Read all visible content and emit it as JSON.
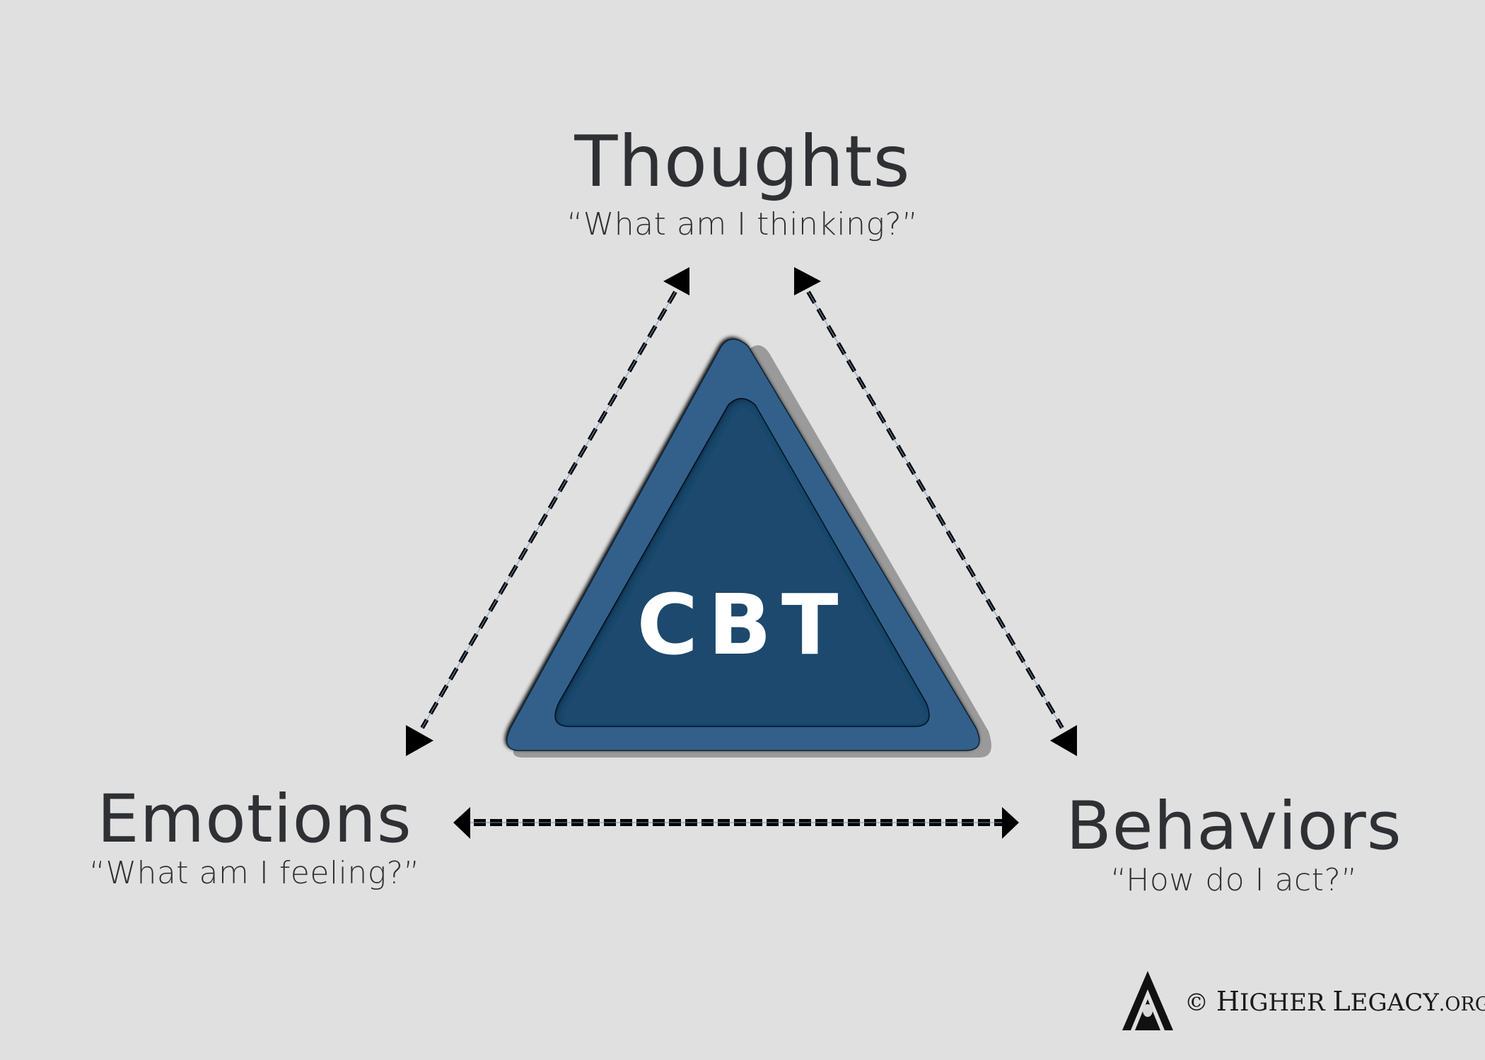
{
  "diagram": {
    "center": {
      "label": "CBT",
      "outer_color": "#32608a",
      "inner_color": "#1f486d",
      "text_color": "#ffffff"
    },
    "nodes": {
      "thoughts": {
        "title": "Thoughts",
        "question": "“What am I thinking?”"
      },
      "emotions": {
        "title": "Emotions",
        "question": "“What am I feeling?”"
      },
      "behaviors": {
        "title": "Behaviors",
        "question": "“How do I act?”"
      }
    },
    "connectors": [
      {
        "from": "Thoughts",
        "to": "Emotions",
        "style": "dashed-bidirectional"
      },
      {
        "from": "Thoughts",
        "to": "Behaviors",
        "style": "dashed-bidirectional"
      },
      {
        "from": "Emotions",
        "to": "Behaviors",
        "style": "dashed-bidirectional"
      }
    ],
    "colors": {
      "background": "#e0e0e0",
      "text": "#2e3033",
      "arrow": "#000000"
    }
  },
  "footer": {
    "copyright": "©",
    "brand_1_initial": "H",
    "brand_1_rest": "IGHER",
    "brand_2_initial": "L",
    "brand_2_rest": "EGACY",
    "brand_suffix": ".ORG",
    "logo_icon": "a-frame-face-logo"
  }
}
